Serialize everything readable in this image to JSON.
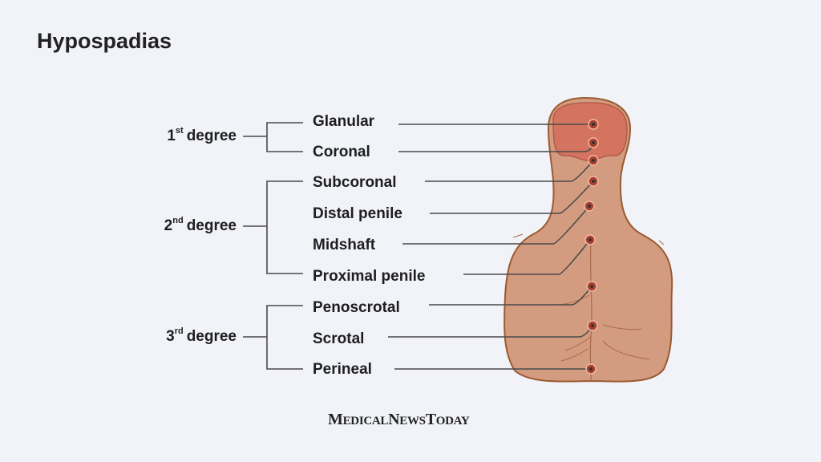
{
  "title": "Hypospadias",
  "degrees": [
    {
      "num": "1",
      "suffix": "st",
      "word": "degree"
    },
    {
      "num": "2",
      "suffix": "nd",
      "word": "degree"
    },
    {
      "num": "3",
      "suffix": "rd",
      "word": "degree"
    }
  ],
  "labels": [
    "Glanular",
    "Coronal",
    "Subcoronal",
    "Distal penile",
    "Midshaft",
    "Proximal penile",
    "Penoscrotal",
    "Scrotal",
    "Perineal"
  ],
  "logo": {
    "text": "MedicalNewsToday",
    "m": "M",
    "edical": "EDICAL",
    "n": "N",
    "ews": "EWS",
    "t": "T",
    "oday": "ODAY"
  },
  "colors": {
    "skin": "#d39c80",
    "glans": "#d47460",
    "outline": "#9a5a30",
    "line": "#4a4a4a",
    "background": "#f1f3f9"
  }
}
